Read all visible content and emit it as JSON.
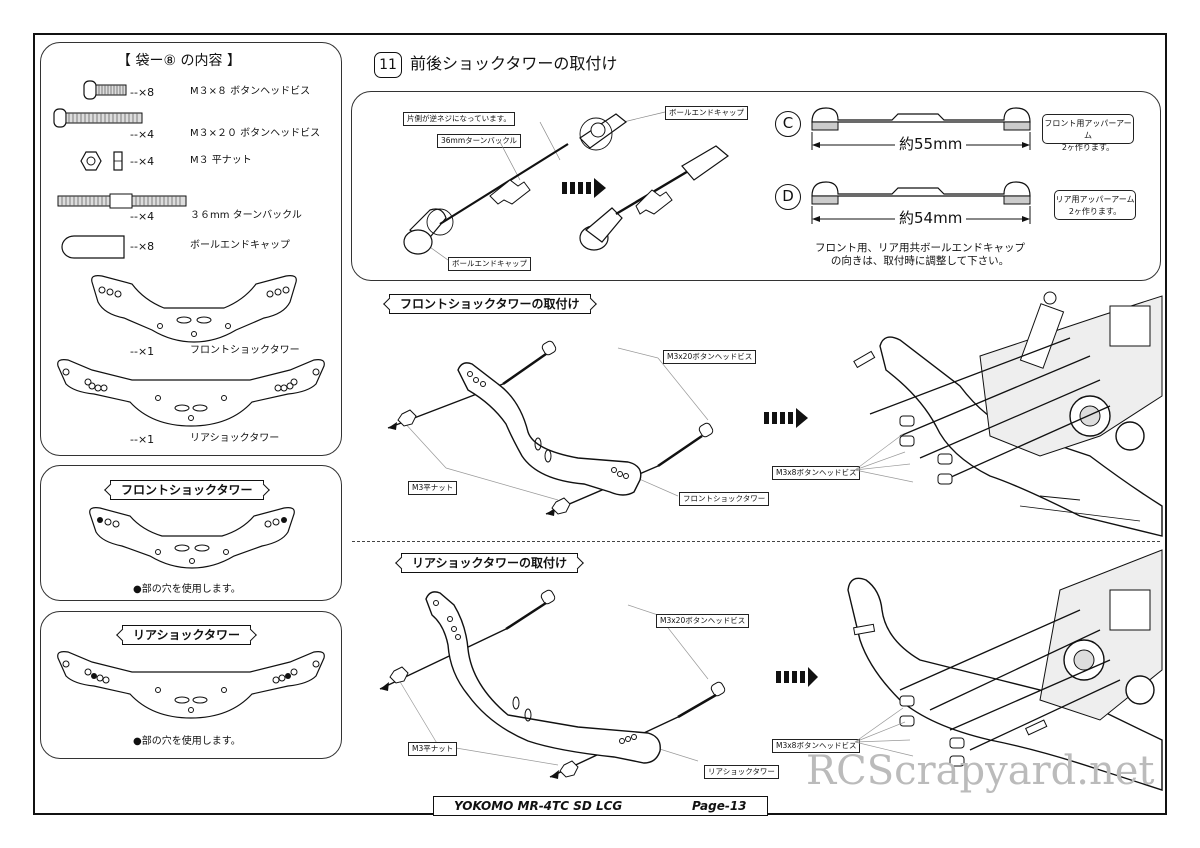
{
  "step": {
    "number": "11",
    "title": "前後ショックタワーの取付け"
  },
  "bag": {
    "title": "【 袋ー⑧ の内容 】",
    "parts": [
      {
        "qty": "--×8",
        "name": "M３×８ ボタンヘッドビス"
      },
      {
        "qty": "--×4",
        "name": "M３×２０ ボタンヘッドビス"
      },
      {
        "qty": "--×4",
        "name": "M３ 平ナット"
      },
      {
        "qty": "--×4",
        "name": "３６mm ターンバックル"
      },
      {
        "qty": "--×8",
        "name": "ボールエンドキャップ"
      },
      {
        "qty": "--×1",
        "name": "フロントショックタワー"
      },
      {
        "qty": "--×1",
        "name": "リアショックタワー"
      }
    ]
  },
  "front_tower_box": {
    "title": "フロントショックタワー",
    "note": "●部の穴を使用します。"
  },
  "rear_tower_box": {
    "title": "リアショックタワー",
    "note": "●部の穴を使用します。"
  },
  "turnbuckle": {
    "reverse_note": "片側が逆ネジになっています。",
    "turnbuckle_label": "36mmターンバックル",
    "cap_label_top": "ボールエンドキャップ",
    "cap_label_bottom": "ボールエンドキャップ",
    "c_letter": "C",
    "c_length": "約55mm",
    "c_note": [
      "フロント用アッパーアーム",
      "2ヶ作ります。"
    ],
    "d_letter": "D",
    "d_length": "約54mm",
    "d_note": [
      "リア用アッパーアーム",
      "2ヶ作ります。"
    ],
    "adjust_note": [
      "フロント用、リア用共ボールエンドキャップ",
      "の向きは、取付時に調整して下さい。"
    ]
  },
  "front_install": {
    "title": "フロントショックタワーの取付け",
    "screw20": "M3x20ボタンヘッドビス",
    "nut": "M3平ナット",
    "tower": "フロントショックタワー",
    "screw8": "M3x8ボタンヘッドビス"
  },
  "rear_install": {
    "title": "リアショックタワーの取付け",
    "screw20": "M3x20ボタンヘッドビス",
    "nut": "M3平ナット",
    "tower": "リアショックタワー",
    "screw8": "M3x8ボタンヘッドビス"
  },
  "footer": {
    "model": "YOKOMO MR-4TC SD LCG",
    "page": "Page-13"
  },
  "watermark": "RCScrapyard.net"
}
